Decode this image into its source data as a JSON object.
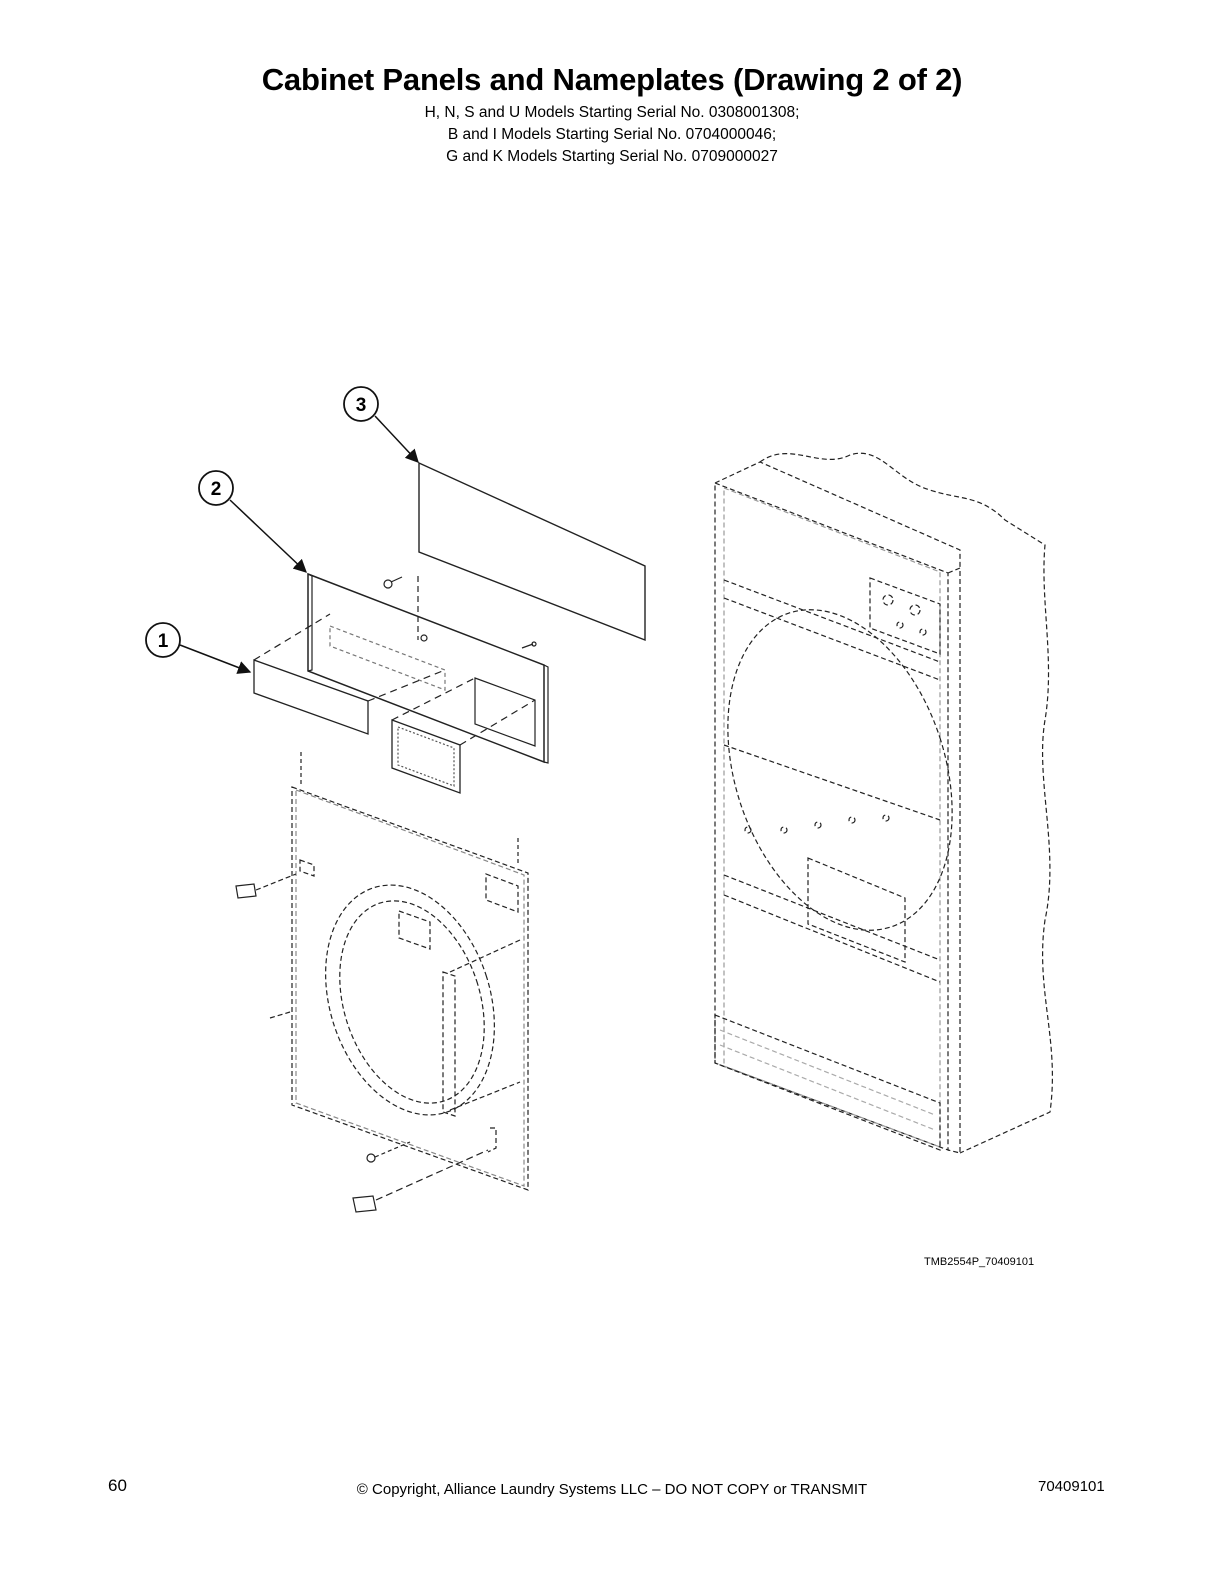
{
  "header": {
    "title": "Cabinet Panels and Nameplates (Drawing 2 of 2)",
    "subtitle_lines": [
      "H, N, S and U Models Starting Serial No. 0308001308;",
      "B and I Models Starting Serial No. 0704000046;",
      "G and K Models Starting Serial No. 0709000027"
    ]
  },
  "drawing": {
    "callouts": [
      "1",
      "2",
      "3"
    ],
    "reference": "TMB2554P_70409101"
  },
  "footer": {
    "page_number": "60",
    "copyright": "© Copyright, Alliance Laundry Systems LLC – DO NOT COPY or TRANSMIT",
    "document_number": "70409101"
  }
}
